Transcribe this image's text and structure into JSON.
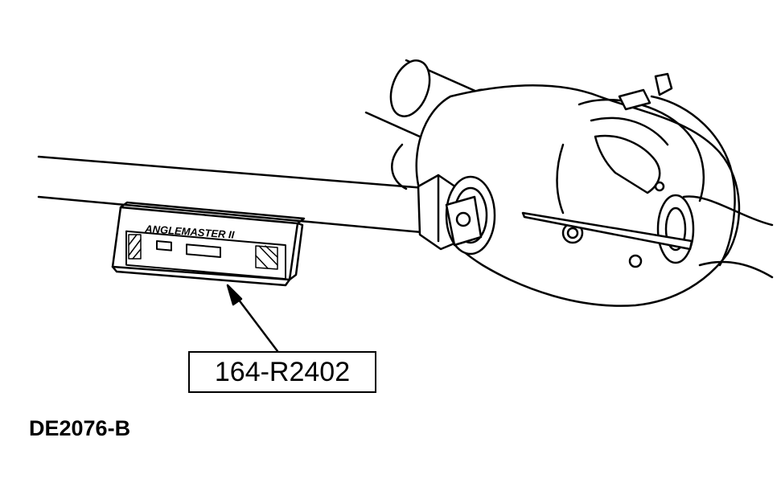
{
  "figure": {
    "tool_label": "ANGLEMASTER II",
    "callout_text": "164-R2402",
    "figure_code": "DE2076-B",
    "icons": [
      "driveshaft-illustration",
      "axle-housing-illustration",
      "anglemaster-tool-illustration",
      "callout-arrow"
    ],
    "colors": {
      "line": "#000000",
      "background": "#ffffff"
    }
  }
}
